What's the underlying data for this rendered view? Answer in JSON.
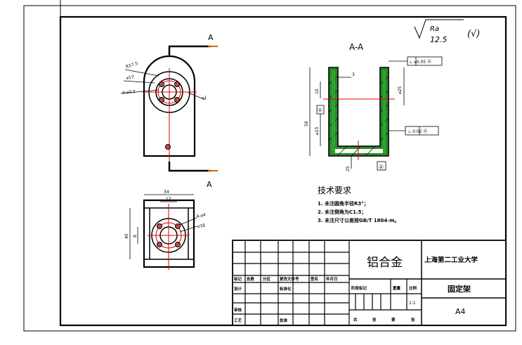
{
  "drawing": {
    "section_label_top": "A",
    "section_label_bottom": "A",
    "section_view_title": "A-A",
    "roughness_symbol": "Ra",
    "roughness_value": "12.5",
    "roughness_rest": "(√)",
    "front_dims": {
      "r": "R17.5",
      "d": "⌀17",
      "hole": "4-⌀3.5",
      "d1": "⌀1"
    },
    "section_dims": {
      "top": "3",
      "left_short": "10",
      "left_long": "58",
      "dia": "⌀23",
      "inner": "⌀25",
      "bottom": "25"
    },
    "tolerance_top": "⊥ ⌀0.05 Ⓐ",
    "tolerance_mid": "⊥ 0.02 Ⓐ",
    "datum": "Ⓐ",
    "bottom_view_dims": {
      "width": "34",
      "inner": "17",
      "height": "40",
      "left": "8",
      "hole": "4-⌀4",
      "d": "⌀18"
    }
  },
  "tech_req": {
    "title": "技术要求",
    "lines": [
      "1. 未注圆角半径R3°；",
      "2. 未注倒角为C1.5；",
      "3. 未注尺寸公差按GB/T 1804-m。"
    ]
  },
  "title_block": {
    "material": "铝合金",
    "school": "上海第二工业大学",
    "part_name": "固定架",
    "sheet_size": "A4",
    "headers_row": [
      "标记",
      "处数",
      "分区",
      "更改文件号",
      "签名",
      "年月日"
    ],
    "design_row": [
      "设计",
      "标准化"
    ],
    "stage_labels": [
      "阶段标记",
      "重量",
      "比例"
    ],
    "scale": "1:1",
    "review_row": [
      "审核"
    ],
    "process_row": [
      "工艺",
      "批准"
    ],
    "sheet_info": [
      "共",
      "张",
      "第",
      "张"
    ]
  }
}
